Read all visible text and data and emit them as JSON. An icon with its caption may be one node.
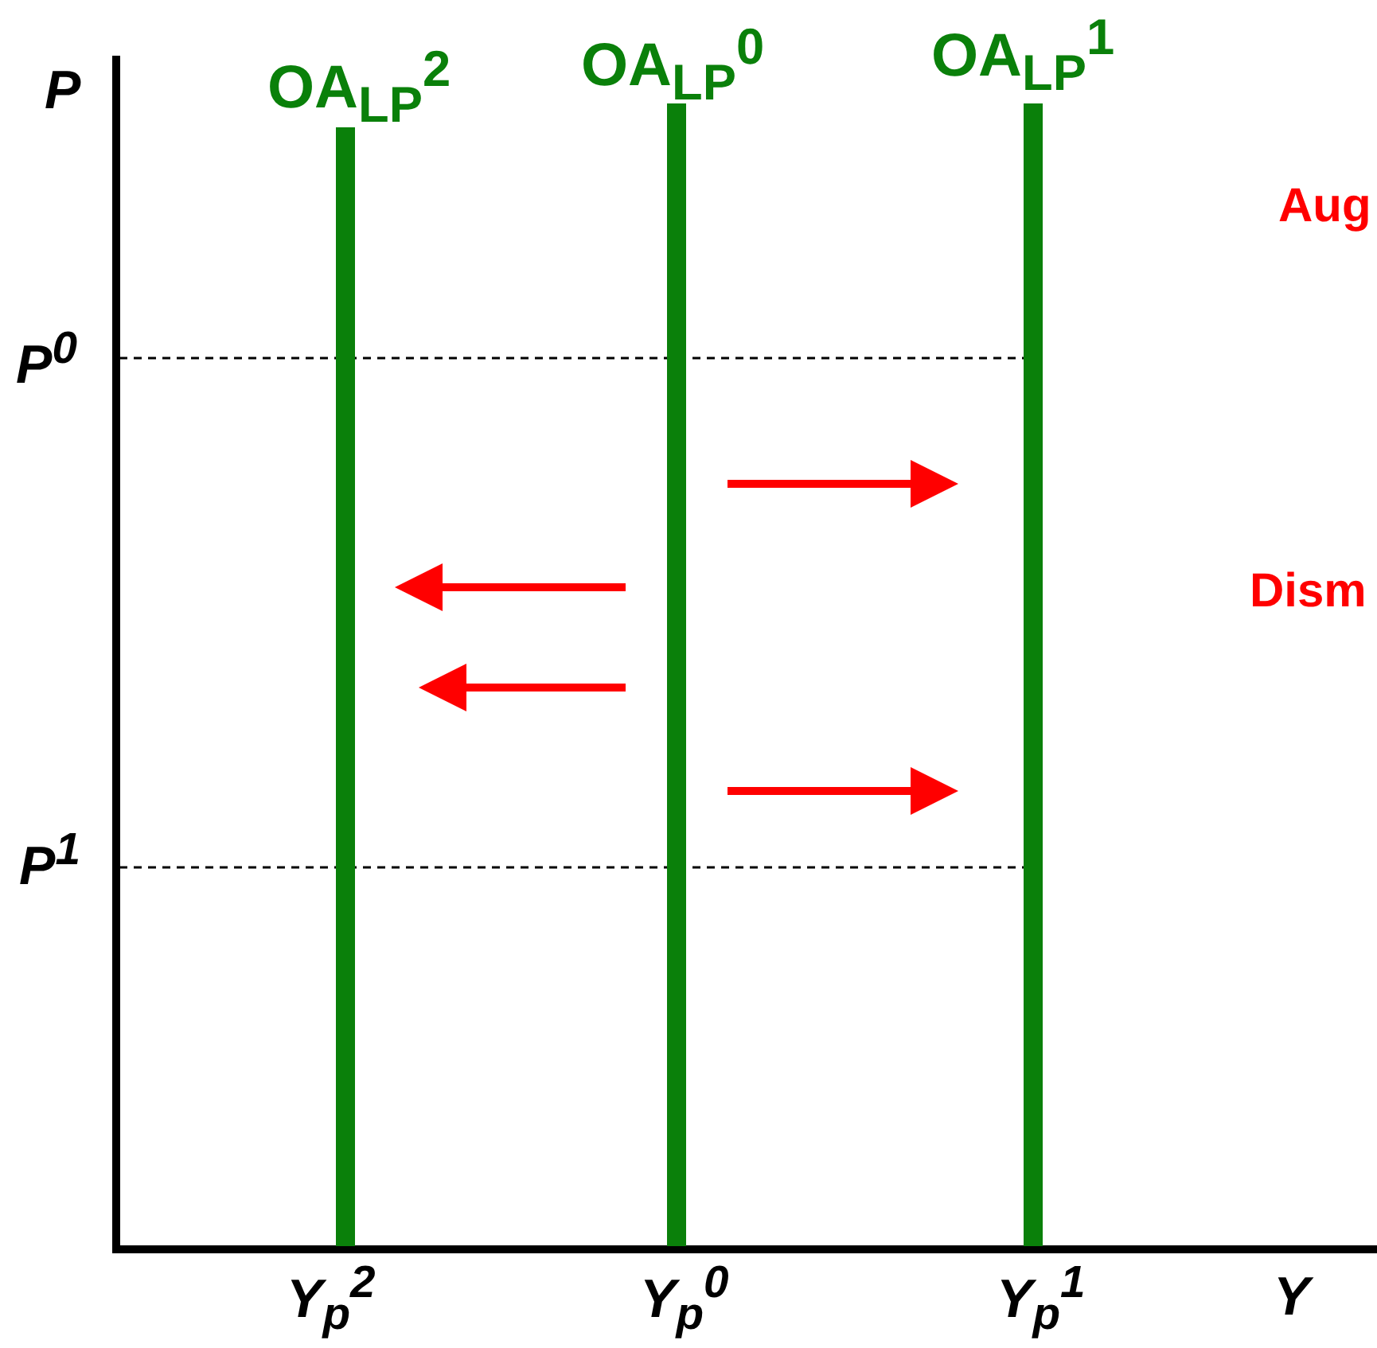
{
  "diagram": {
    "labels": [
      "P",
      "OA$_{LP}$$^{2}$",
      "OA$_{LP}$$^{0}$",
      "OA$_{LP}$$^{1}$",
      "Aug",
      "P$^{0}$",
      "Dism",
      "P$^{1}$",
      "Y$_{p}$$^{2}$",
      "Y$_{p}$$^{0}$",
      "Y$_{p}$$^{1}$",
      "Y"
    ]
  }
}
